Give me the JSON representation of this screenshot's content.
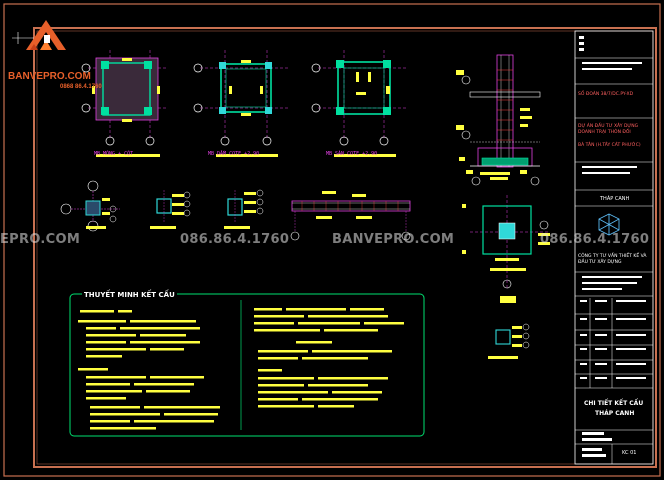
{
  "logo": {
    "brand": "BANVEPRO.COM",
    "phone": "0868 86.4.1760"
  },
  "watermarks": {
    "left_site": "EPRO.COM",
    "phone_1": "086.86.4.1760",
    "center_site": "BANVEPRO.COM",
    "phone_2": "086.86.4.1760"
  },
  "plans": {
    "plan1": "MB MÓNG + CỘT",
    "plan2": "MB DẦM COTE +2.90",
    "plan3": "MB SÀN COTE +2.90"
  },
  "notes": {
    "title": "THUYẾT MINH KẾT CẤU"
  },
  "title_block": {
    "project_code": "SỐ ĐOÀN 38/7/DC.PY-XD",
    "project_name": "DỰ ÁN ĐẦU TƯ XÂY DỰNG DOANH TRẠI THÔN ĐỒI",
    "project_sub": "BÁ TÂN (H.TÂY CÁT PHƯỚC)",
    "item": "THÁP CANH",
    "company": "CÔNG TY TƯ VẤN THIẾT KẾ VÀ ĐẦU TƯ XÂY DỰNG",
    "drawing_title_1": "CHI TIẾT KẾT CẤU",
    "drawing_title_2": "THÁP CANH",
    "sheet": "KC 01"
  },
  "colors": {
    "frame": "#d08060",
    "axis": "#e040e0",
    "concrete": "#00e0a0",
    "column": "#30d8d8",
    "annotation": "#ffff40",
    "border": "#ffffff"
  }
}
